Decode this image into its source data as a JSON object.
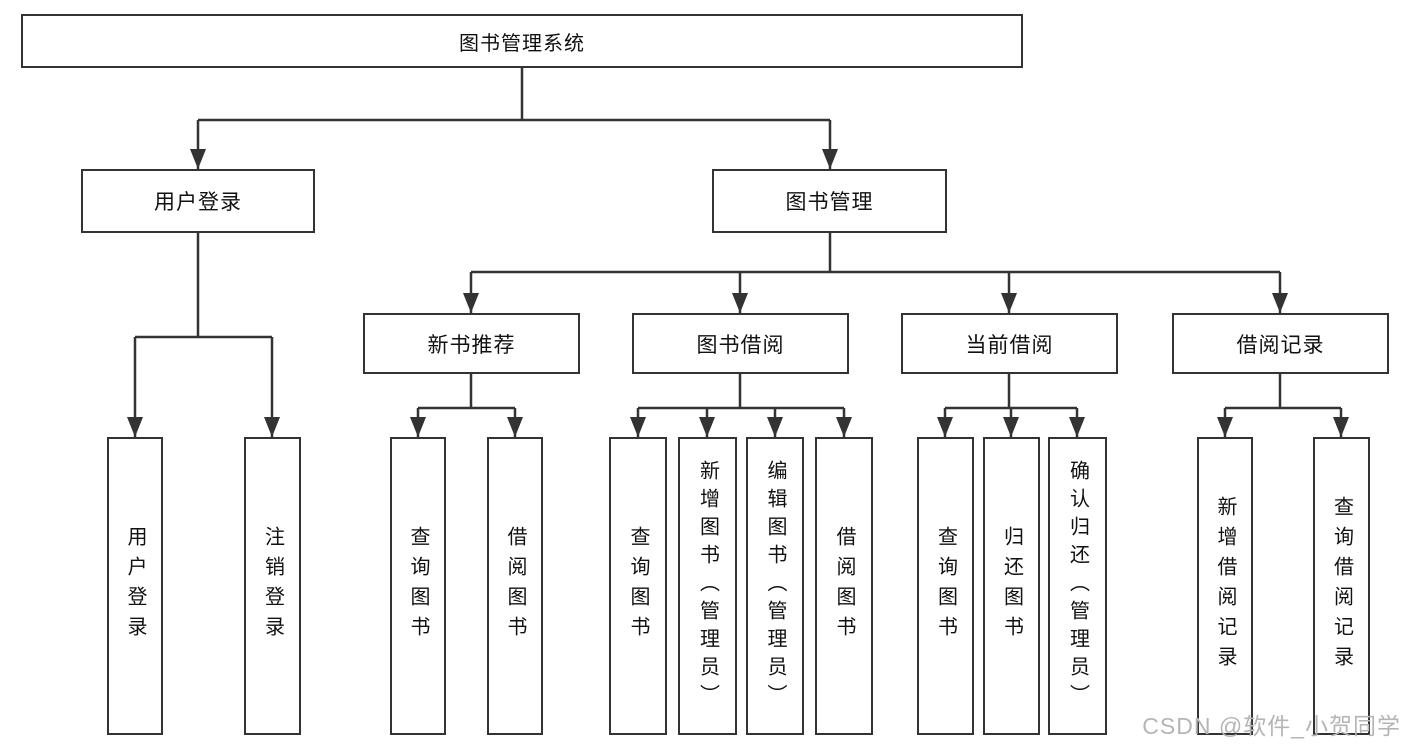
{
  "colors": {
    "line": "#333333",
    "box_border": "#333333",
    "box_fill": "#ffffff",
    "text": "#111111",
    "watermark": "#b5b5b5"
  },
  "tree": {
    "root": {
      "label": "图书管理系统",
      "children": [
        {
          "label": "用户登录",
          "children": [
            {
              "label": "用户登录"
            },
            {
              "label": "注销登录"
            }
          ]
        },
        {
          "label": "图书管理",
          "children": [
            {
              "label": "新书推荐",
              "children": [
                {
                  "label": "查询图书"
                },
                {
                  "label": "借阅图书"
                }
              ]
            },
            {
              "label": "图书借阅",
              "children": [
                {
                  "label": "查询图书"
                },
                {
                  "label": "新增图书（管理员）"
                },
                {
                  "label": "编辑图书（管理员）"
                },
                {
                  "label": "借阅图书"
                }
              ]
            },
            {
              "label": "当前借阅",
              "children": [
                {
                  "label": "查询图书"
                },
                {
                  "label": "归还图书"
                },
                {
                  "label": "确认归还（管理员）"
                }
              ]
            },
            {
              "label": "借阅记录",
              "children": [
                {
                  "label": "新增借阅记录"
                },
                {
                  "label": "查询借阅记录"
                }
              ]
            }
          ]
        }
      ]
    }
  },
  "watermark": {
    "text": "CSDN @软件_小贺同学"
  }
}
